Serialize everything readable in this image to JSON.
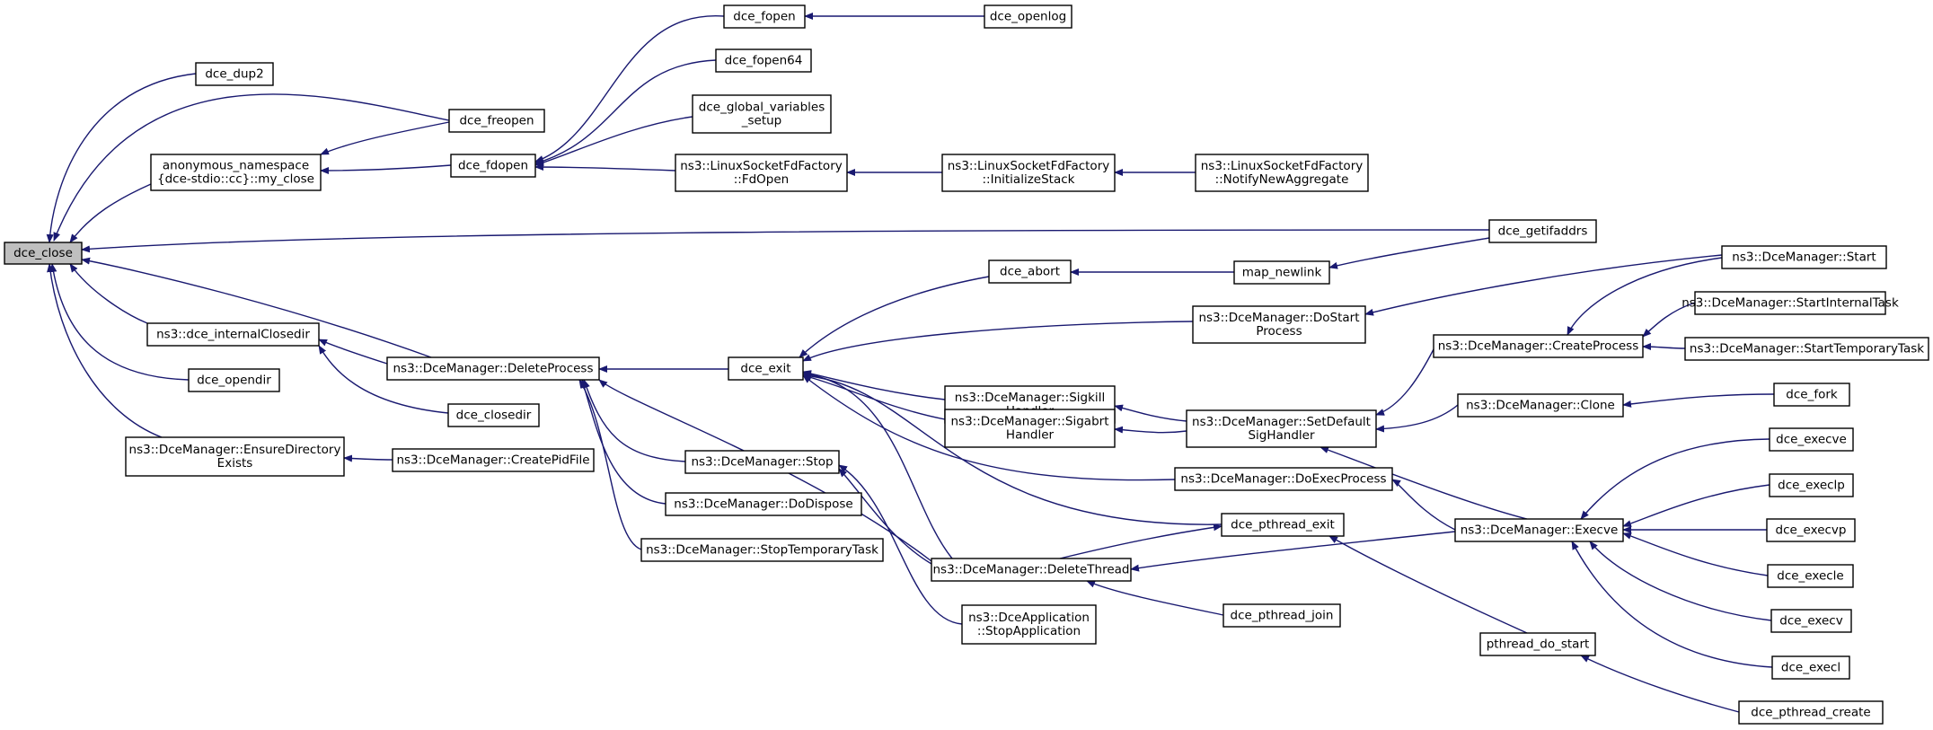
{
  "colors": {
    "edge": "#191970",
    "node_border": "#000000",
    "node_fill": "#ffffff",
    "root_fill": "#bfbfbf"
  },
  "nodes": [
    {
      "id": "dce_close",
      "lines": [
        "dce_close"
      ],
      "root": true
    },
    {
      "id": "dce_dup2",
      "lines": [
        "dce_dup2"
      ]
    },
    {
      "id": "dce_freopen",
      "lines": [
        "dce_freopen"
      ]
    },
    {
      "id": "my_close",
      "lines": [
        "anonymous_namespace",
        "{dce-stdio::cc}::my_close"
      ]
    },
    {
      "id": "dce_fdopen",
      "lines": [
        "dce_fdopen"
      ]
    },
    {
      "id": "dce_fopen",
      "lines": [
        "dce_fopen"
      ]
    },
    {
      "id": "dce_openlog",
      "lines": [
        "dce_openlog"
      ]
    },
    {
      "id": "dce_fopen64",
      "lines": [
        "dce_fopen64"
      ]
    },
    {
      "id": "dce_global_variables_setup",
      "lines": [
        "dce_global_variables",
        "_setup"
      ]
    },
    {
      "id": "fdopen_factory",
      "lines": [
        "ns3::LinuxSocketFdFactory",
        "::FdOpen"
      ]
    },
    {
      "id": "initstack",
      "lines": [
        "ns3::LinuxSocketFdFactory",
        "::InitializeStack"
      ]
    },
    {
      "id": "notifynew",
      "lines": [
        "ns3::LinuxSocketFdFactory",
        "::NotifyNewAggregate"
      ]
    },
    {
      "id": "dce_getifaddrs",
      "lines": [
        "dce_getifaddrs"
      ]
    },
    {
      "id": "dce_abort",
      "lines": [
        "dce_abort"
      ]
    },
    {
      "id": "map_newlink",
      "lines": [
        "map_newlink"
      ]
    },
    {
      "id": "dm_start",
      "lines": [
        "ns3::DceManager::Start"
      ]
    },
    {
      "id": "dm_doStartProcess",
      "lines": [
        "ns3::DceManager::DoStart",
        "Process"
      ]
    },
    {
      "id": "dm_startInternalTask",
      "lines": [
        "ns3::DceManager::StartInternalTask"
      ]
    },
    {
      "id": "dm_createProcess",
      "lines": [
        "ns3::DceManager::CreateProcess"
      ]
    },
    {
      "id": "dm_startTemporaryTask",
      "lines": [
        "ns3::DceManager::StartTemporaryTask"
      ]
    },
    {
      "id": "dce_internalClosedir",
      "lines": [
        "ns3::dce_internalClosedir"
      ]
    },
    {
      "id": "dm_deleteProcess",
      "lines": [
        "ns3::DceManager::DeleteProcess"
      ]
    },
    {
      "id": "dce_exit",
      "lines": [
        "dce_exit"
      ]
    },
    {
      "id": "dm_sigkill",
      "lines": [
        "ns3::DceManager::Sigkill",
        "Handler"
      ]
    },
    {
      "id": "dm_setDefaultSig",
      "lines": [
        "ns3::DceManager::SetDefault",
        "SigHandler"
      ]
    },
    {
      "id": "dm_clone",
      "lines": [
        "ns3::DceManager::Clone"
      ]
    },
    {
      "id": "dce_fork",
      "lines": [
        "dce_fork"
      ]
    },
    {
      "id": "dce_opendir",
      "lines": [
        "dce_opendir"
      ]
    },
    {
      "id": "dce_closedir",
      "lines": [
        "dce_closedir"
      ]
    },
    {
      "id": "dm_sigabrt",
      "lines": [
        "ns3::DceManager::Sigabrt",
        "Handler"
      ]
    },
    {
      "id": "dm_ensureDir",
      "lines": [
        "ns3::DceManager::EnsureDirectory",
        "Exists"
      ]
    },
    {
      "id": "dm_createPidFile",
      "lines": [
        "ns3::DceManager::CreatePidFile"
      ]
    },
    {
      "id": "dm_stop",
      "lines": [
        "ns3::DceManager::Stop"
      ]
    },
    {
      "id": "dce_execve",
      "lines": [
        "dce_execve"
      ]
    },
    {
      "id": "dm_doExecProcess",
      "lines": [
        "ns3::DceManager::DoExecProcess"
      ]
    },
    {
      "id": "dm_doDispose",
      "lines": [
        "ns3::DceManager::DoDispose"
      ]
    },
    {
      "id": "dce_execlp",
      "lines": [
        "dce_execlp"
      ]
    },
    {
      "id": "dce_pthread_exit",
      "lines": [
        "dce_pthread_exit"
      ]
    },
    {
      "id": "dm_execve",
      "lines": [
        "ns3::DceManager::Execve"
      ]
    },
    {
      "id": "dce_execvp",
      "lines": [
        "dce_execvp"
      ]
    },
    {
      "id": "dm_stopTemporaryTask",
      "lines": [
        "ns3::DceManager::StopTemporaryTask"
      ]
    },
    {
      "id": "dm_deleteThread",
      "lines": [
        "ns3::DceManager::DeleteThread"
      ]
    },
    {
      "id": "dce_execle",
      "lines": [
        "dce_execle"
      ]
    },
    {
      "id": "dce_pthread_join",
      "lines": [
        "dce_pthread_join"
      ]
    },
    {
      "id": "dce_execv",
      "lines": [
        "dce_execv"
      ]
    },
    {
      "id": "stopApplication",
      "lines": [
        "ns3::DceApplication",
        "::StopApplication"
      ]
    },
    {
      "id": "pthread_do_start",
      "lines": [
        "pthread_do_start"
      ]
    },
    {
      "id": "dce_execl",
      "lines": [
        "dce_execl"
      ]
    },
    {
      "id": "dce_pthread_create",
      "lines": [
        "dce_pthread_create"
      ]
    }
  ],
  "edges": [
    [
      "dce_dup2",
      "dce_close"
    ],
    [
      "dce_freopen",
      "dce_close"
    ],
    [
      "my_close",
      "dce_close"
    ],
    [
      "dce_getifaddrs",
      "dce_close"
    ],
    [
      "dce_internalClosedir",
      "dce_close"
    ],
    [
      "dm_deleteProcess",
      "dce_close"
    ],
    [
      "dce_opendir",
      "dce_close"
    ],
    [
      "dm_ensureDir",
      "dce_close"
    ],
    [
      "dce_freopen",
      "my_close"
    ],
    [
      "dce_fdopen",
      "my_close"
    ],
    [
      "dce_fopen",
      "dce_fdopen"
    ],
    [
      "dce_fopen64",
      "dce_fdopen"
    ],
    [
      "dce_global_variables_setup",
      "dce_fdopen"
    ],
    [
      "fdopen_factory",
      "dce_fdopen"
    ],
    [
      "dce_openlog",
      "dce_fopen"
    ],
    [
      "initstack",
      "fdopen_factory"
    ],
    [
      "notifynew",
      "initstack"
    ],
    [
      "map_newlink",
      "dce_abort"
    ],
    [
      "dce_getifaddrs",
      "map_newlink"
    ],
    [
      "dm_start",
      "dm_createProcess"
    ],
    [
      "dm_startInternalTask",
      "dm_createProcess"
    ],
    [
      "dm_startTemporaryTask",
      "dm_createProcess"
    ],
    [
      "dm_start",
      "dm_doStartProcess"
    ],
    [
      "dm_closedir_placeholder",
      "dm_closedir_placeholder"
    ],
    [
      "dce_closedir",
      "dce_internalClosedir"
    ],
    [
      "dm_deleteProcess",
      "dce_internalClosedir"
    ],
    [
      "dce_exit",
      "dm_deleteProcess"
    ],
    [
      "dm_stop",
      "dm_deleteProcess"
    ],
    [
      "dm_doDispose",
      "dm_deleteProcess"
    ],
    [
      "dm_stopTemporaryTask",
      "dm_deleteProcess"
    ],
    [
      "dm_deleteThread",
      "dm_deleteProcess"
    ],
    [
      "dce_abort",
      "dce_exit"
    ],
    [
      "dm_doStartProcess",
      "dce_exit"
    ],
    [
      "dm_sigkill",
      "dce_exit"
    ],
    [
      "dm_sigabrt",
      "dce_exit"
    ],
    [
      "dm_doExecProcess",
      "dce_exit"
    ],
    [
      "dce_pthread_exit",
      "dce_exit"
    ],
    [
      "dm_deleteThread",
      "dce_exit"
    ],
    [
      "dm_setDefaultSig",
      "dm_sigkill"
    ],
    [
      "dm_setDefaultSig",
      "dm_sigabrt"
    ],
    [
      "dm_createProcess",
      "dm_setDefaultSig"
    ],
    [
      "dm_clone",
      "dm_setDefaultSig"
    ],
    [
      "dm_execve",
      "dm_setDefaultSig"
    ],
    [
      "dce_fork",
      "dm_clone"
    ],
    [
      "dm_createPidFile",
      "dm_ensureDir"
    ],
    [
      "stopApplication",
      "dm_stop"
    ],
    [
      "dm_deleteThread",
      "dm_stop"
    ],
    [
      "dm_execve",
      "dm_doExecProcess"
    ],
    [
      "dm_deleteThread",
      "dce_pthread_exit"
    ],
    [
      "dce_pthread_join",
      "dm_deleteThread"
    ],
    [
      "dm_execve",
      "dm_deleteThread"
    ],
    [
      "dce_execve",
      "dm_execve"
    ],
    [
      "dce_execlp",
      "dm_execve"
    ],
    [
      "dce_execvp",
      "dm_execve"
    ],
    [
      "dce_execle",
      "dm_execve"
    ],
    [
      "dce_execv",
      "dm_execve"
    ],
    [
      "dce_execl",
      "dm_execve"
    ],
    [
      "pthread_do_start",
      "dce_pthread_exit"
    ],
    [
      "dce_pthread_create",
      "pthread_do_start"
    ]
  ]
}
